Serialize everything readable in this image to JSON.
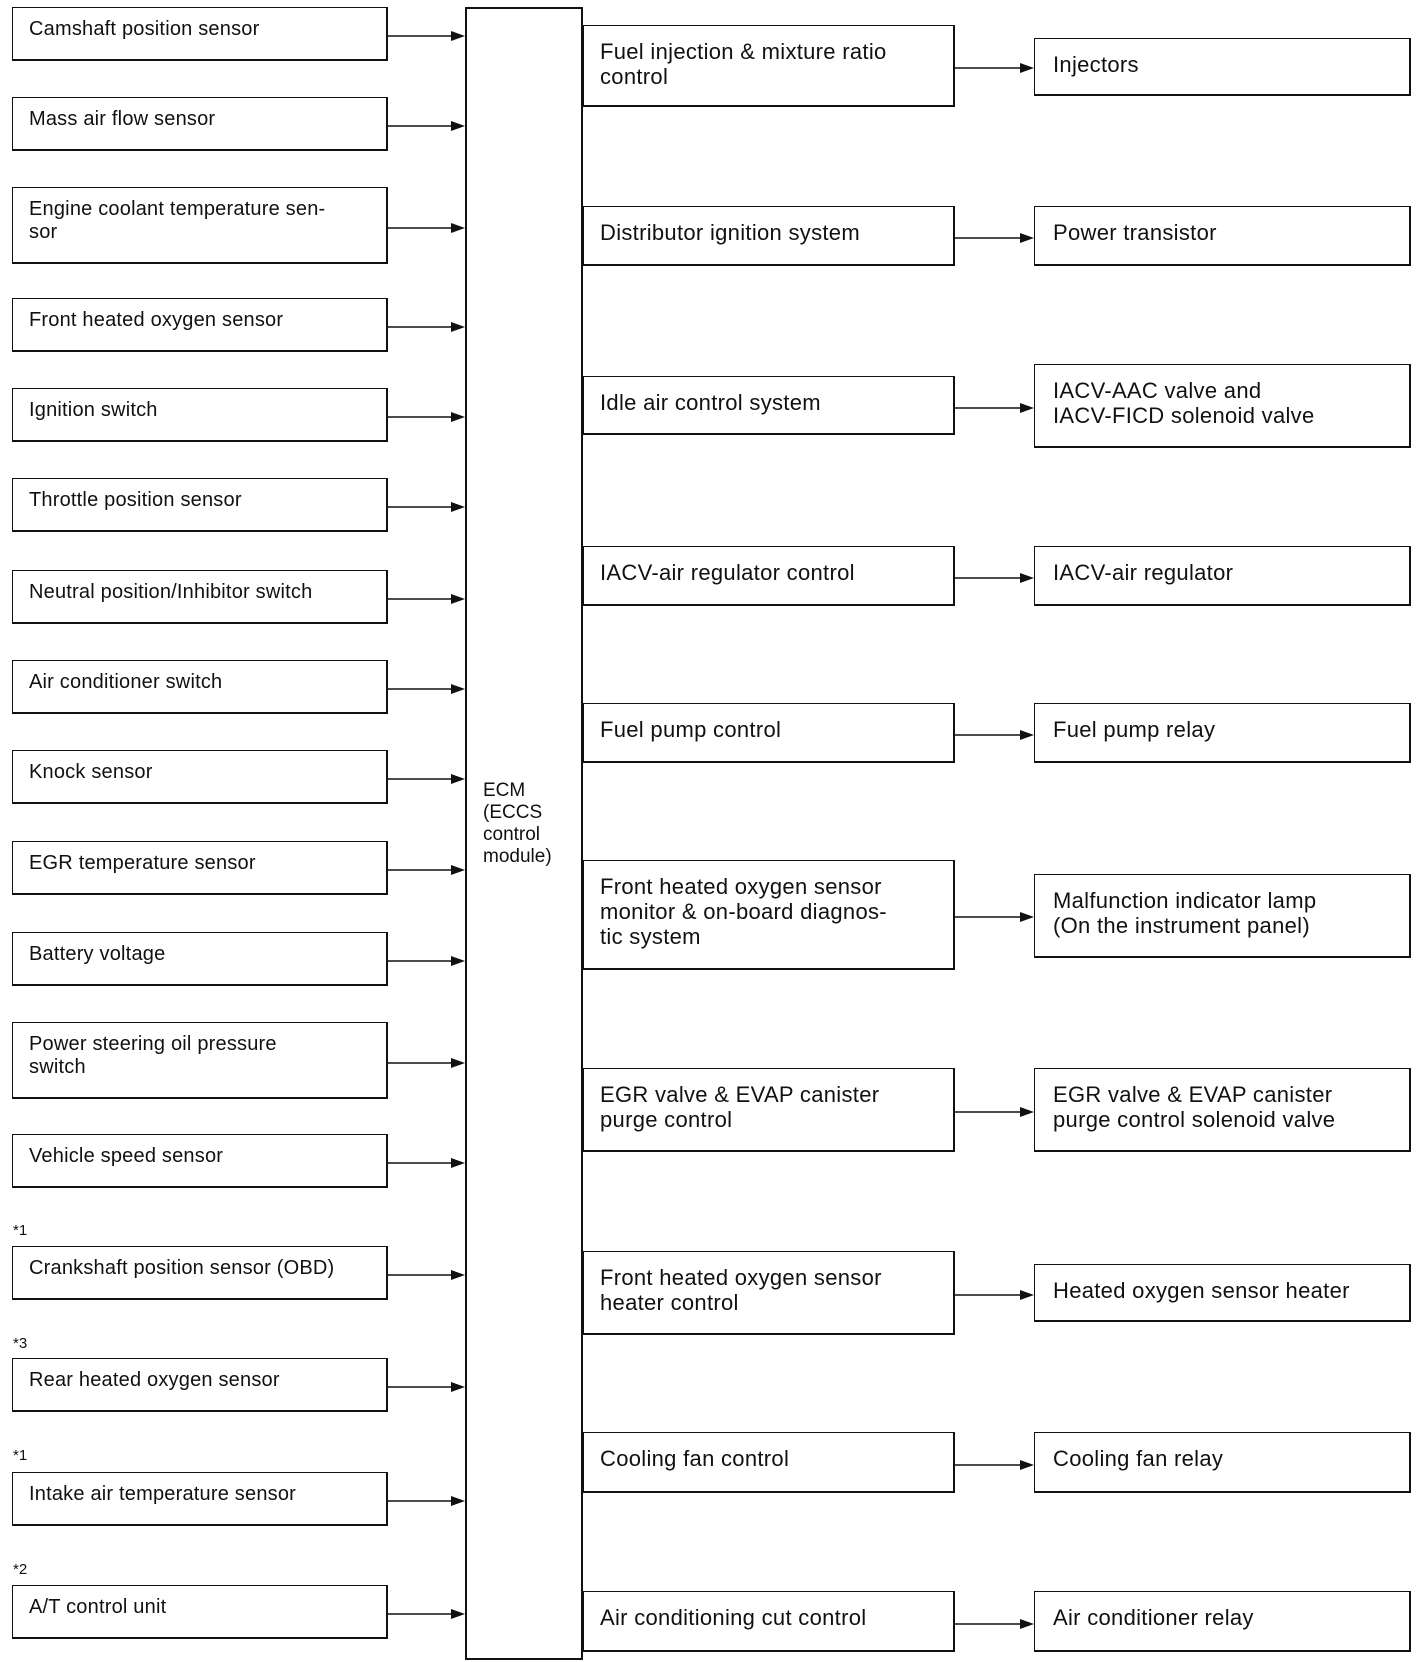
{
  "ecm": {
    "label": "ECM\n(ECCS\ncontrol\nmodule)"
  },
  "inputs": [
    {
      "label": "Camshaft position sensor",
      "note": ""
    },
    {
      "label": "Mass air flow sensor",
      "note": ""
    },
    {
      "label": "Engine coolant temperature sen-\nsor",
      "note": ""
    },
    {
      "label": "Front heated oxygen sensor",
      "note": ""
    },
    {
      "label": "Ignition switch",
      "note": ""
    },
    {
      "label": "Throttle position sensor",
      "note": ""
    },
    {
      "label": "Neutral position/Inhibitor switch",
      "note": ""
    },
    {
      "label": "Air conditioner switch",
      "note": ""
    },
    {
      "label": "Knock sensor",
      "note": ""
    },
    {
      "label": "EGR temperature sensor",
      "note": ""
    },
    {
      "label": "Battery voltage",
      "note": ""
    },
    {
      "label": "Power steering oil pressure\nswitch",
      "note": ""
    },
    {
      "label": "Vehicle speed sensor",
      "note": ""
    },
    {
      "label": "Crankshaft position sensor (OBD)",
      "note": "*1"
    },
    {
      "label": "Rear heated oxygen sensor",
      "note": "*3"
    },
    {
      "label": "Intake air temperature sensor",
      "note": "*1"
    },
    {
      "label": "A/T control unit",
      "note": "*2"
    }
  ],
  "controls": [
    {
      "label": "Fuel injection & mixture ratio\ncontrol",
      "output": "Injectors"
    },
    {
      "label": "Distributor ignition system",
      "output": "Power transistor"
    },
    {
      "label": "Idle air control system",
      "output": "IACV-AAC valve and\nIACV-FICD solenoid valve"
    },
    {
      "label": "IACV-air regulator control",
      "output": "IACV-air regulator"
    },
    {
      "label": "Fuel pump control",
      "output": "Fuel pump relay"
    },
    {
      "label": "Front heated oxygen sensor\nmonitor & on-board diagnos-\ntic system",
      "output": "Malfunction indicator lamp\n(On the instrument panel)"
    },
    {
      "label": "EGR valve & EVAP canister\npurge control",
      "output": "EGR valve & EVAP canister\npurge control solenoid valve"
    },
    {
      "label": "Front heated oxygen sensor\nheater control",
      "output": "Heated oxygen sensor heater"
    },
    {
      "label": "Cooling fan control",
      "output": "Cooling fan relay"
    },
    {
      "label": "Air conditioning cut control",
      "output": "Air conditioner relay"
    }
  ]
}
